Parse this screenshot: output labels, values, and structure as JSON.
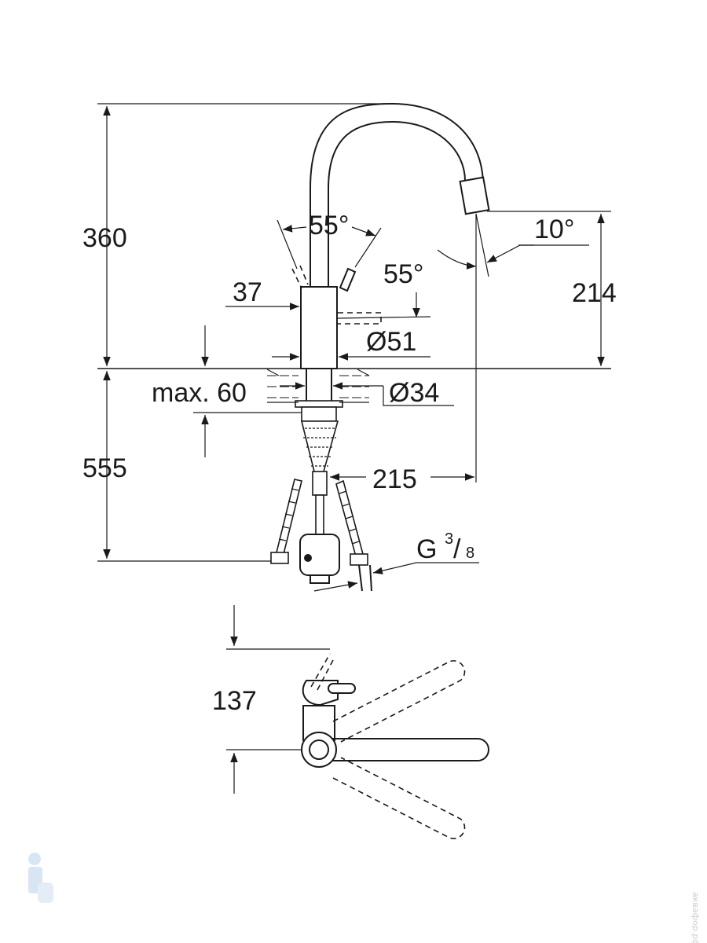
{
  "diagram": {
    "dimensions": {
      "height_total": "360",
      "lever_angle_top": "55°",
      "lever_angle_side": "55°",
      "spout_angle": "10°",
      "body_width": "37",
      "spout_height": "214",
      "body_diameter": "Ø51",
      "max_deck_thickness": "max. 60",
      "hole_diameter": "Ø34",
      "below_deck": "555",
      "spout_reach": "215",
      "connection_thread_prefix": "G",
      "connection_thread_num": "3",
      "connection_thread_den": "8",
      "wall_distance": "137"
    },
    "watermark": "аквафор.рф"
  }
}
